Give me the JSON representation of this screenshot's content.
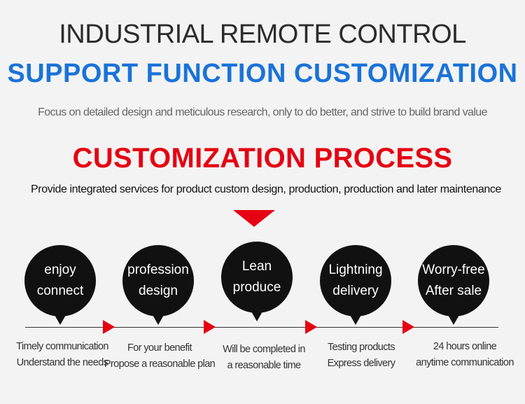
{
  "header": {
    "title": "INDUSTRIAL REMOTE CONTROL",
    "subtitle": "SUPPORT FUNCTION CUSTOMIZATION",
    "tagline": "Focus on detailed design and meticulous research, only to do better, and strive to build brand value"
  },
  "process": {
    "title": "CUSTOMIZATION PROCESS",
    "subtitle": "Provide integrated services for product custom design, production, production and later maintenance"
  },
  "steps": [
    {
      "line1": "enjoy",
      "line2": "connect",
      "desc1": "Timely communication",
      "desc2": "Understand the needs"
    },
    {
      "line1": "profession",
      "line2": "design",
      "desc1": "For your benefit",
      "desc2": "Propose a reasonable plan"
    },
    {
      "line1": "Lean",
      "line2": "produce",
      "desc1": "Will be completed in",
      "desc2": "a reasonable time"
    },
    {
      "line1": "Lightning",
      "line2": "delivery",
      "desc1": "Testing products",
      "desc2": "Express delivery"
    },
    {
      "line1": "Worry-free",
      "line2": "After sale",
      "desc1": "24 hours online",
      "desc2": "anytime communication"
    }
  ],
  "colors": {
    "accent_red": "#e60012",
    "accent_blue": "#1a73d9",
    "bubble": "#111111"
  }
}
